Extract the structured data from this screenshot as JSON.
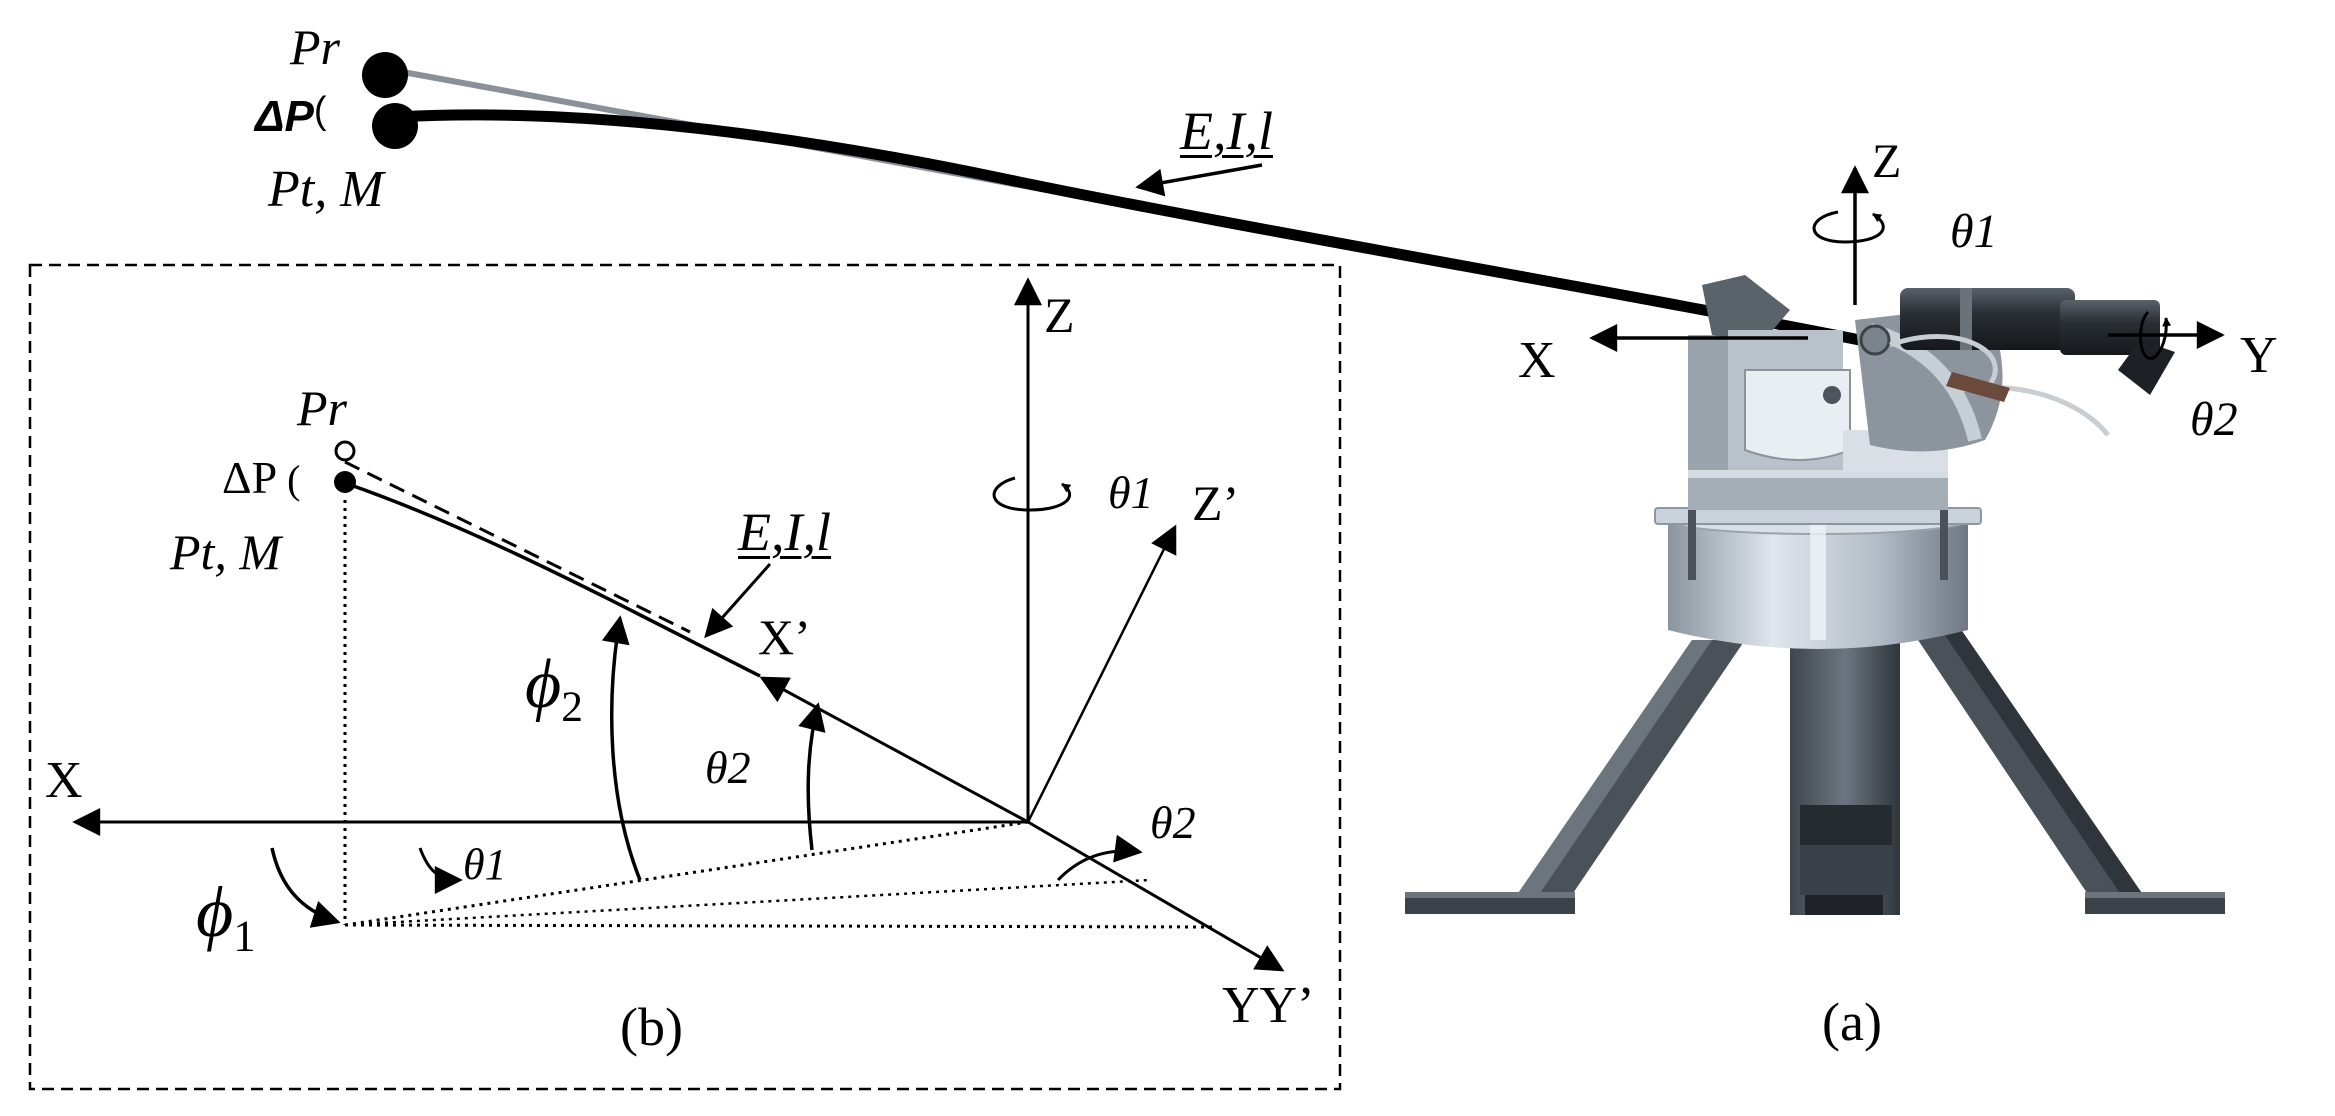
{
  "panel_a": {
    "caption": "(a)",
    "point_reference": "Pr",
    "point_delta": "ΔP",
    "point_target": "Pt, M",
    "beam_props": "E,I,l",
    "axis_z": "Z",
    "axis_x": "X",
    "axis_y": "Y",
    "theta1": "θ1",
    "theta2": "θ2"
  },
  "panel_b": {
    "caption": "(b)",
    "point_reference": "Pr",
    "point_delta": "ΔP",
    "point_target": "Pt, M",
    "beam_props": "E,I,l",
    "axis_z": "Z",
    "axis_z_prime": "Z’",
    "axis_x": "X",
    "axis_x_prime": "X’",
    "axis_y_yprime": "YY’",
    "theta1_rot": "θ1",
    "theta1_angle": "θ1",
    "theta2_rot": "θ2",
    "theta2_angle": "θ2",
    "phi1_symbol": "ϕ",
    "phi1_sub": "1",
    "phi2_symbol": "ϕ",
    "phi2_sub": "2"
  },
  "colors": {
    "ink": "#000000",
    "metal_dark": "#3b4148",
    "metal_mid": "#7e8893",
    "metal_light": "#c9d2da",
    "bracket": "#a9b2bb",
    "barrel": "#2a2e33"
  }
}
